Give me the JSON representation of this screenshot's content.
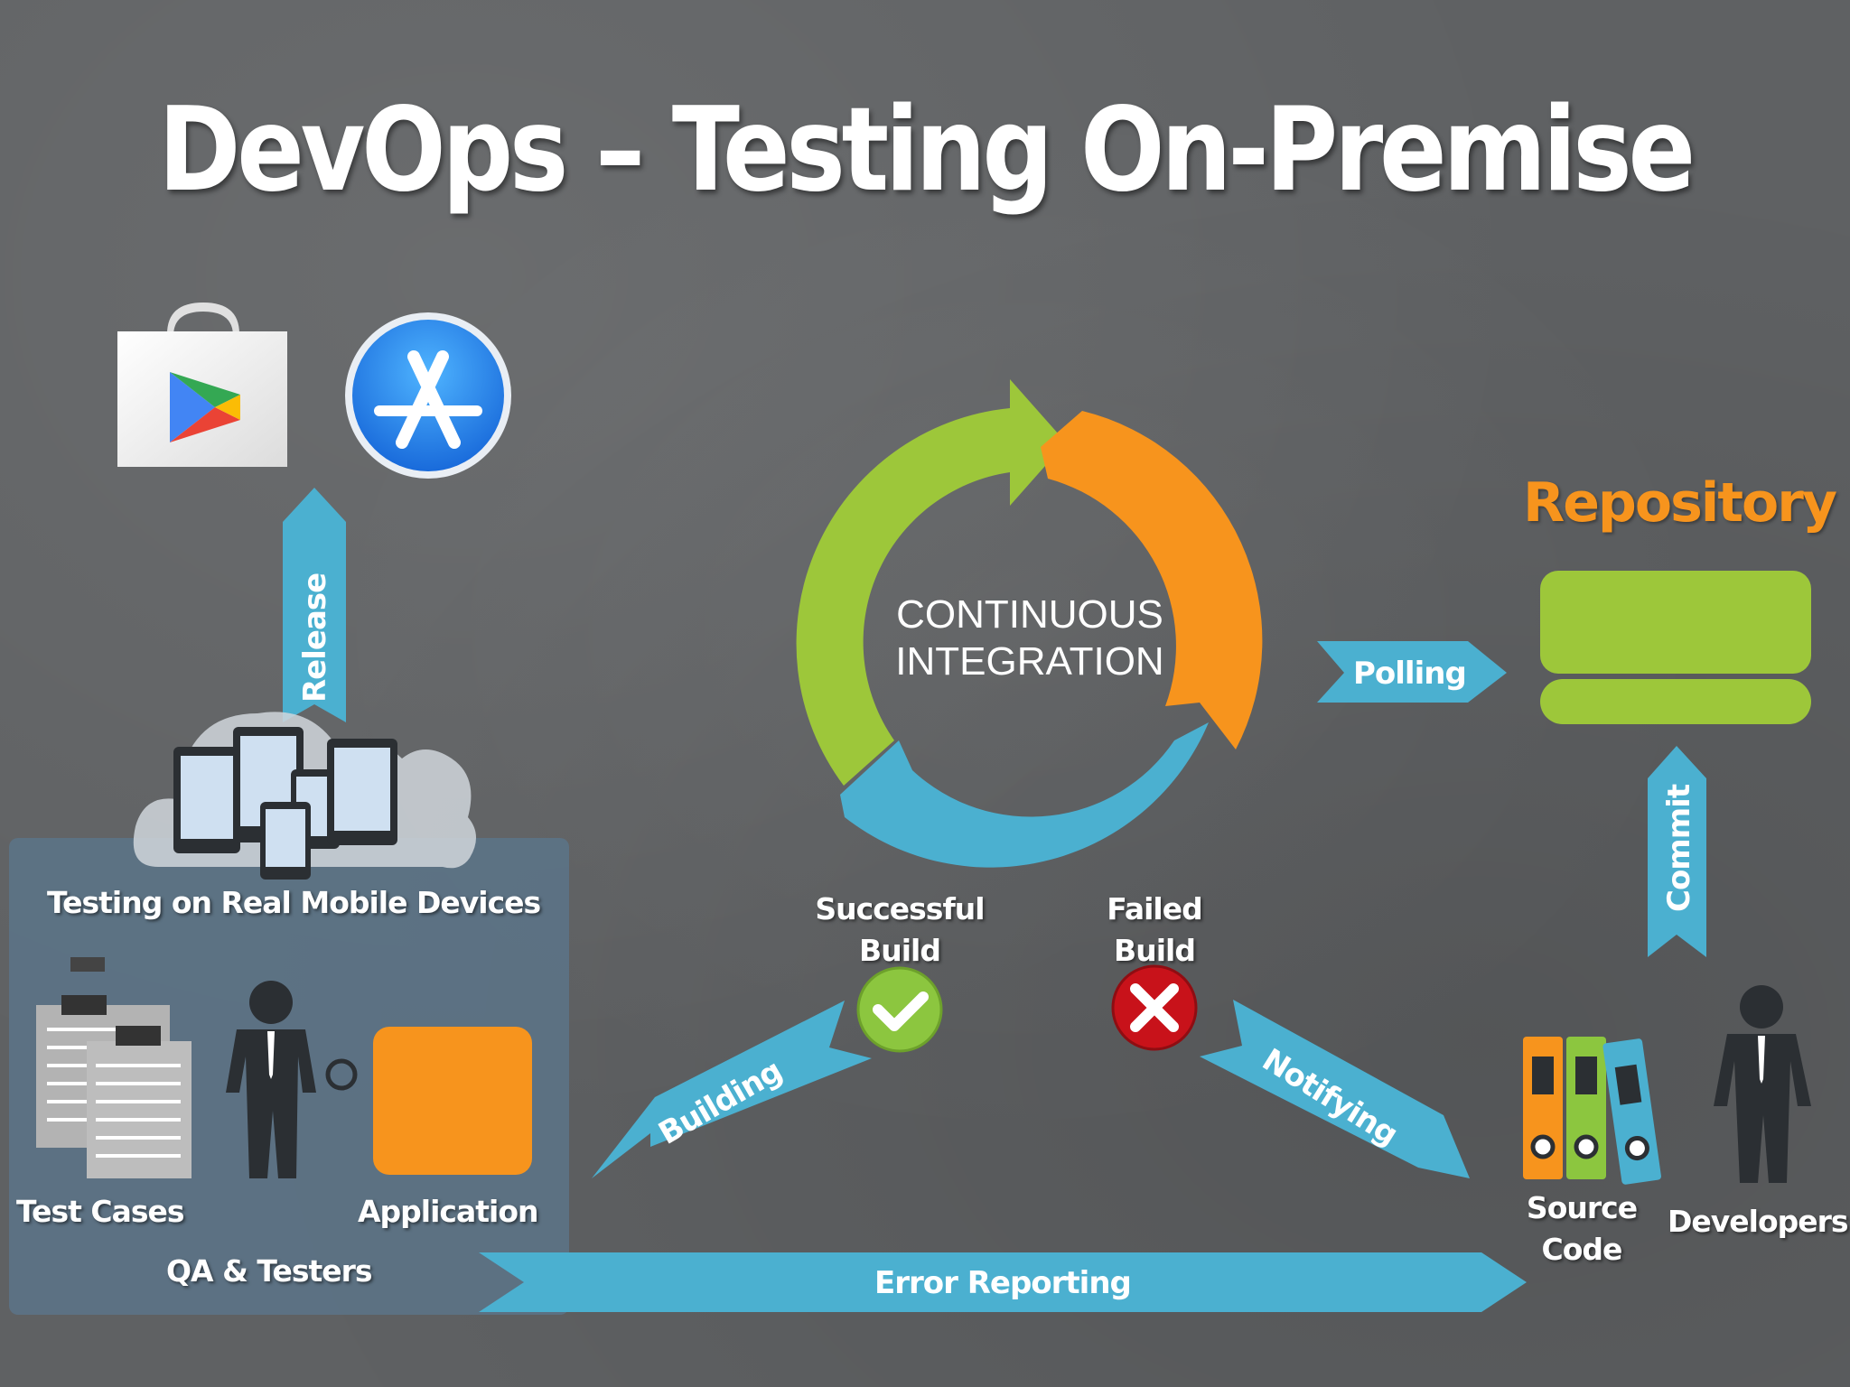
{
  "title": "DevOps – Testing On-Premise",
  "center": {
    "line1": "CONTINUOUS",
    "line2": "INTEGRATION"
  },
  "repository": {
    "label": "Repository"
  },
  "arrows": {
    "release": "Release",
    "polling": "Polling",
    "commit": "Commit",
    "building": "Building",
    "notifying": "Notifying",
    "error_reporting": "Error Reporting"
  },
  "labels": {
    "testing_devices": "Testing on Real Mobile Devices",
    "test_cases": "Test Cases",
    "application": "Application",
    "qa_testers": "QA & Testers",
    "successful_build_1": "Successful",
    "successful_build_2": "Build",
    "failed_build_1": "Failed",
    "failed_build_2": "Build",
    "source_code_1": "Source",
    "source_code_2": "Code",
    "developers": "Developers"
  },
  "colors": {
    "green": "#9dc73a",
    "orange": "#f7941d",
    "blue": "#4bb0d0",
    "qa_panel": "#5c7488",
    "success": "#8cc63f",
    "failure": "#c8121a"
  },
  "icons": [
    "google-play-icon",
    "app-store-icon",
    "cloud-devices-icon",
    "checkmark-icon",
    "x-mark-icon",
    "clipboard-icon",
    "person-icon",
    "binder-icon"
  ]
}
